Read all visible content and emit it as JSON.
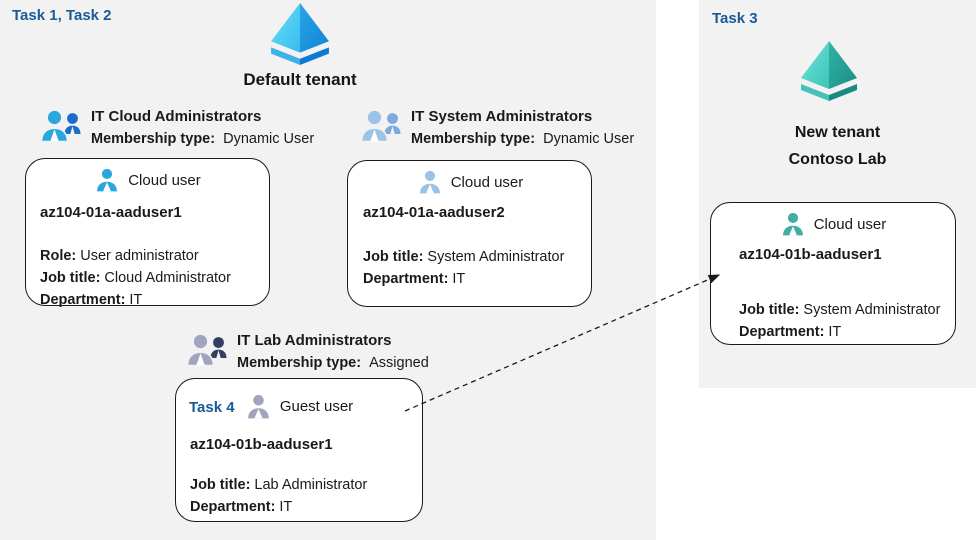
{
  "left_panel": {
    "task_label": "Task 1, Task 2",
    "tenant_name": "Default tenant"
  },
  "right_panel": {
    "task_label": "Task 3",
    "tenant_name_line1": "New tenant",
    "tenant_name_line2": "Contoso Lab"
  },
  "groups": [
    {
      "title": "IT Cloud Administrators",
      "membership_label": "Membership type:",
      "membership_value": "Dynamic User"
    },
    {
      "title": "IT System Administrators",
      "membership_label": "Membership type:",
      "membership_value": "Dynamic User"
    },
    {
      "title": "IT Lab Administrators",
      "membership_label": "Membership type:",
      "membership_value": "Assigned"
    }
  ],
  "cards": [
    {
      "user_type": "Cloud user",
      "username": "az104-01a-aaduser1",
      "fields": [
        {
          "label": "Role:",
          "value": "User administrator"
        },
        {
          "label": "Job title:",
          "value": "Cloud Administrator"
        },
        {
          "label": "Department:",
          "value": "IT"
        }
      ]
    },
    {
      "user_type": "Cloud user",
      "username": "az104-01a-aaduser2",
      "fields": [
        {
          "label": "Job title:",
          "value": "System Administrator"
        },
        {
          "label": "Department:",
          "value": "IT"
        }
      ]
    },
    {
      "task_label": "Task 4",
      "user_type": "Guest user",
      "username": "az104-01b-aaduser1",
      "fields": [
        {
          "label": "Job title:",
          "value": "Lab Administrator"
        },
        {
          "label": "Department:",
          "value": "IT"
        }
      ]
    },
    {
      "user_type": "Cloud user",
      "username": "az104-01b-aaduser1",
      "fields": [
        {
          "label": "Job title:",
          "value": "System Administrator"
        },
        {
          "label": "Department:",
          "value": "IT"
        }
      ]
    }
  ],
  "colors": {
    "panel_gray": "#F2F2F2",
    "task_blue": "#1A5A96",
    "card_border": "#1a1a1a",
    "azure_icon_light": "#69DFF8",
    "azure_icon_dark": "#0E84D8",
    "teal_icon_light": "#6FE5DA",
    "teal_icon_dark": "#1B8E85",
    "cloud_user_cyan": "#2BA7E0",
    "cloud_user_steel": "#9CC2E5",
    "guest_user_gray": "#A0A5BD",
    "cloud_user_teal": "#41ADA4",
    "group1_secondary": "#1B6EC8",
    "group2_secondary": "#7FA9DC",
    "group3_secondary": "#333E63"
  }
}
